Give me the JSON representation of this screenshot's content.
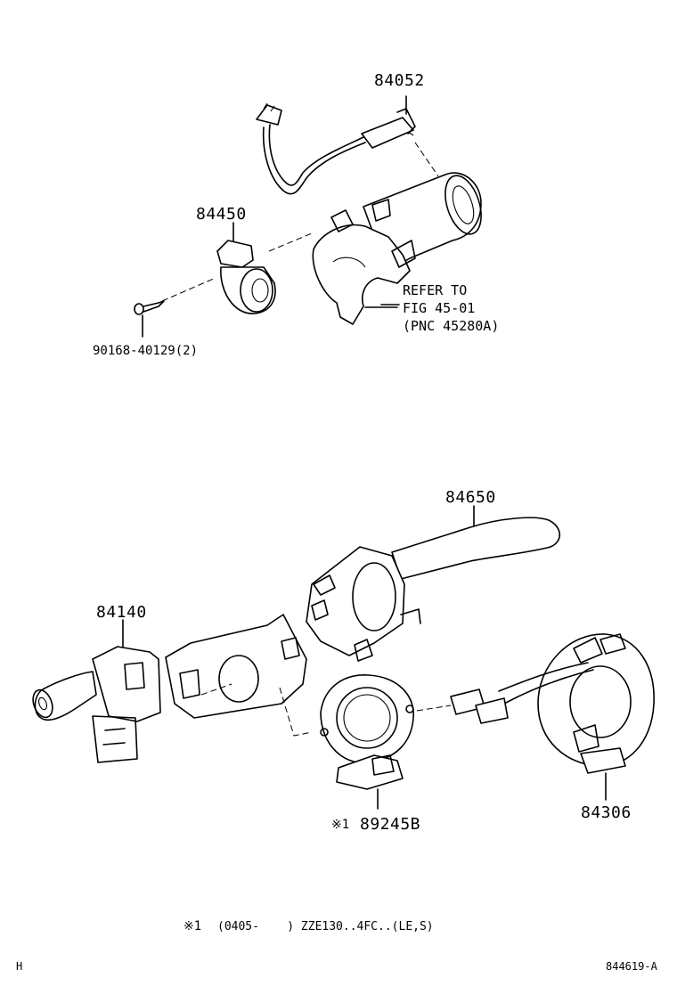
{
  "labels": {
    "p84052": "84052",
    "p84450": "84450",
    "p90168": "90168-40129(2)",
    "refer_line1": "REFER TO",
    "refer_line2": "FIG 45-01",
    "refer_line3": "(PNC 45280A)",
    "p84650": "84650",
    "p84140": "84140",
    "p89245b_mark": "※1",
    "p89245b": "89245B",
    "p84306": "84306"
  },
  "footnote": {
    "mark": "※1",
    "text": "(0405-    ) ZZE130..4FC..(LE,S)"
  },
  "footer": {
    "left": "H",
    "right": "844619-A"
  }
}
